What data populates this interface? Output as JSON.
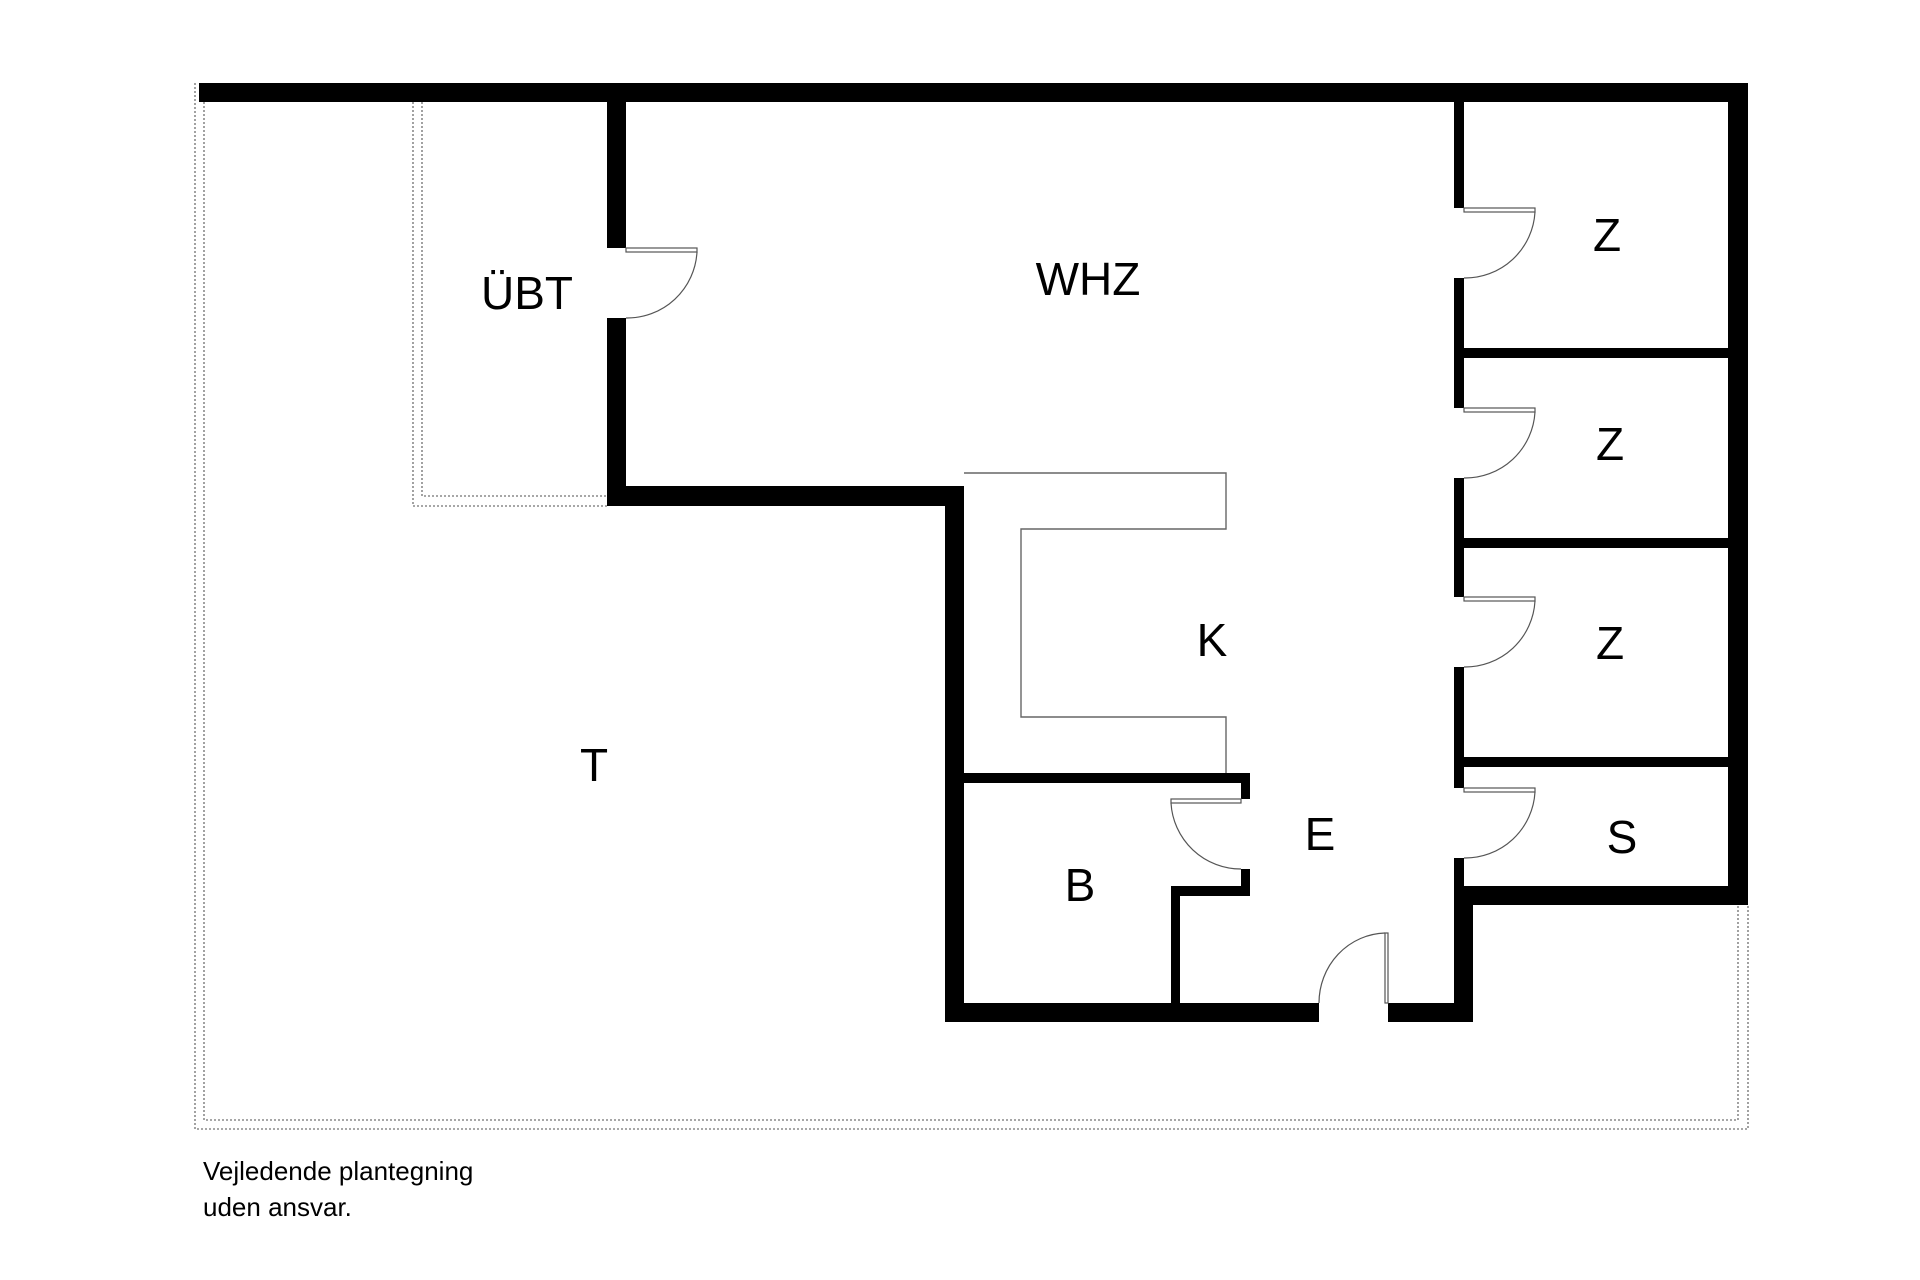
{
  "plan": {
    "rooms": [
      {
        "id": "terrace",
        "label": "T"
      },
      {
        "id": "covered-terrace",
        "label": "ÜBT"
      },
      {
        "id": "living-room",
        "label": "WHZ"
      },
      {
        "id": "kitchen",
        "label": "K"
      },
      {
        "id": "entrance",
        "label": "E"
      },
      {
        "id": "bathroom",
        "label": "B"
      },
      {
        "id": "room-1",
        "label": "Z"
      },
      {
        "id": "room-2",
        "label": "Z"
      },
      {
        "id": "room-3",
        "label": "Z"
      },
      {
        "id": "storage",
        "label": "S"
      }
    ]
  },
  "caption": {
    "line1": "Vejledende plantegning",
    "line2": "uden ansvar."
  },
  "colors": {
    "wall": "#000000",
    "background": "#ffffff",
    "dotted_outline": "#8a8a8a",
    "fixture_line": "#666666"
  }
}
